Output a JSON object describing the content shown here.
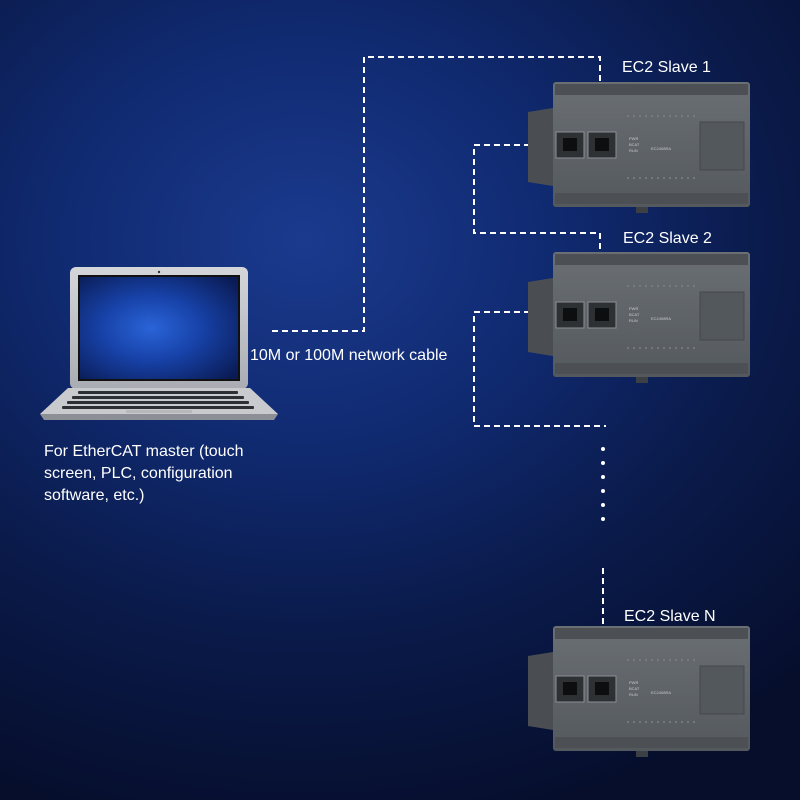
{
  "master": {
    "caption": "For EtherCAT master (touch screen, PLC, configuration software, etc.)"
  },
  "cable": {
    "label": "10M or 100M network cable"
  },
  "slaves": [
    {
      "label": "EC2 Slave 1",
      "model": "EC2408RA",
      "leds": [
        "PWR",
        "BCAT",
        "RUN"
      ]
    },
    {
      "label": "EC2 Slave 2",
      "model": "EC2408RA",
      "leds": [
        "PWR",
        "BCAT",
        "RUN"
      ]
    },
    {
      "label": "EC2 Slave N",
      "model": "EC2408RA",
      "leds": [
        "PWR",
        "BCAT",
        "RUN"
      ]
    }
  ],
  "colors": {
    "background": "#0e2466",
    "cable": "#ffffff",
    "module": "#5d6266",
    "text": "#ffffff"
  }
}
